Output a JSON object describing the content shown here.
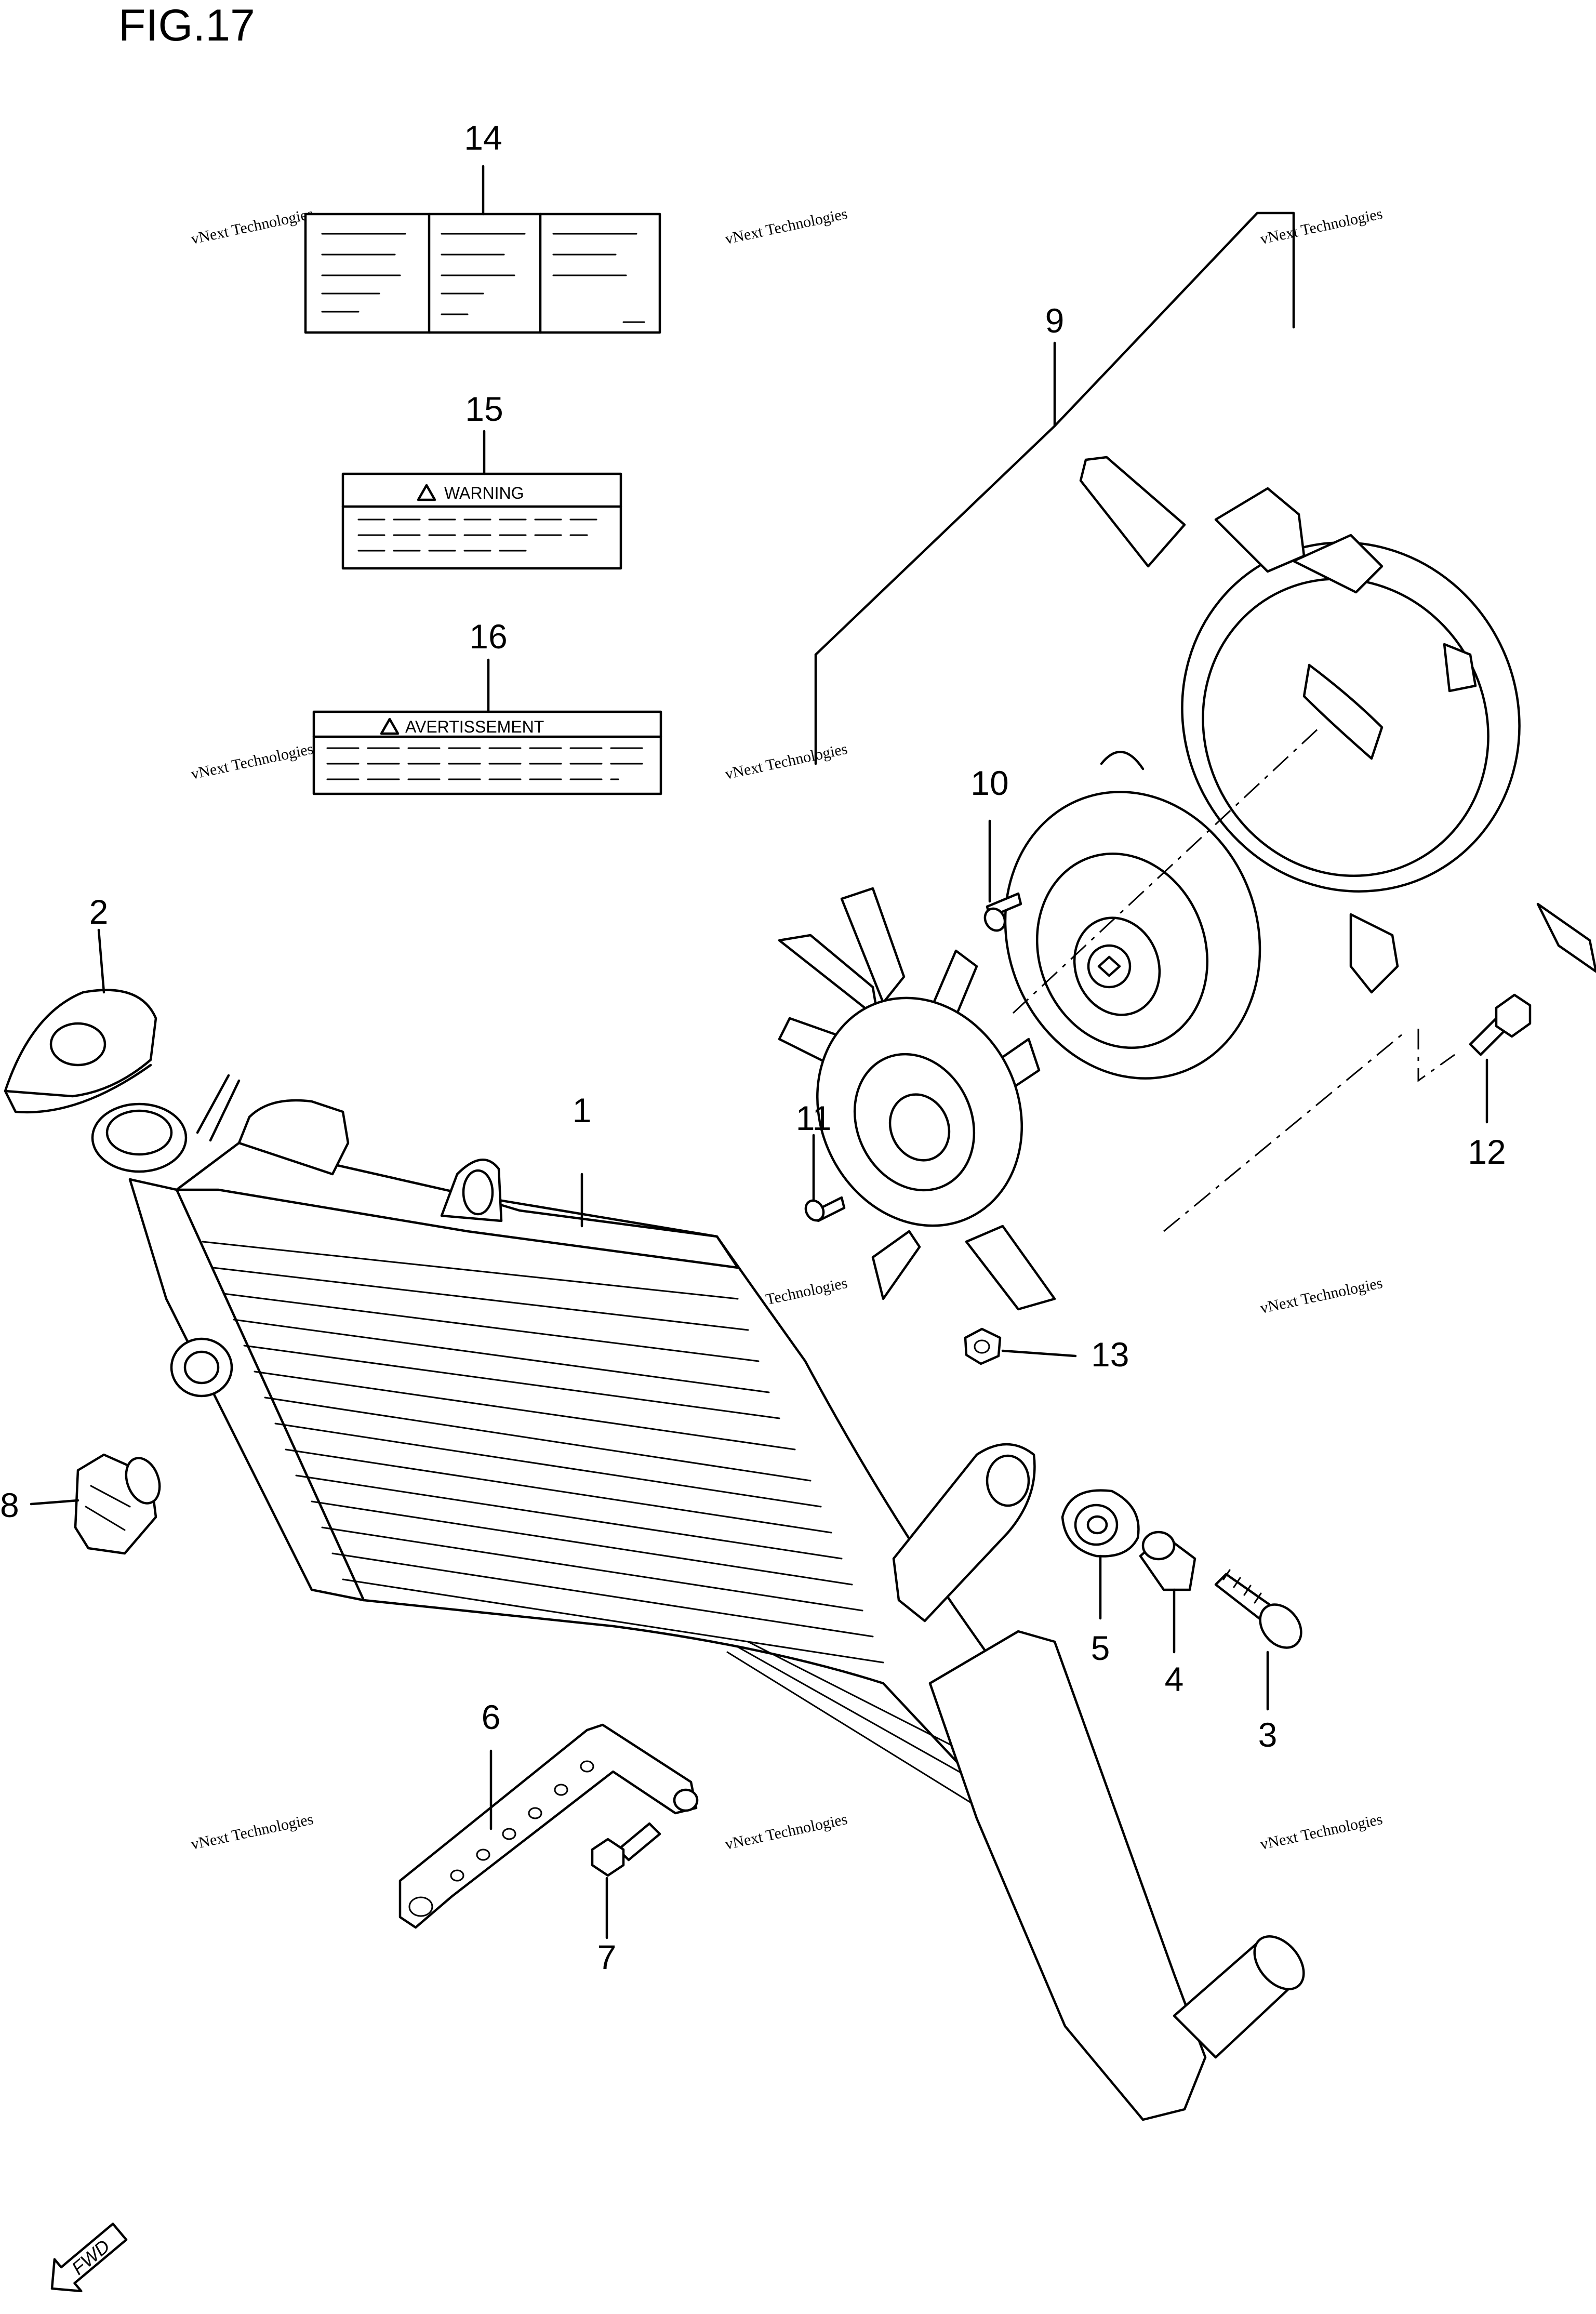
{
  "figure": {
    "title": "FIG.17"
  },
  "callouts": [
    {
      "id": "c1",
      "label": "1"
    },
    {
      "id": "c2",
      "label": "2"
    },
    {
      "id": "c3",
      "label": "3"
    },
    {
      "id": "c4",
      "label": "4"
    },
    {
      "id": "c5",
      "label": "5"
    },
    {
      "id": "c6",
      "label": "6"
    },
    {
      "id": "c7",
      "label": "7"
    },
    {
      "id": "c8",
      "label": "8"
    },
    {
      "id": "c9",
      "label": "9"
    },
    {
      "id": "c10",
      "label": "10"
    },
    {
      "id": "c11",
      "label": "11"
    },
    {
      "id": "c12",
      "label": "12"
    },
    {
      "id": "c13",
      "label": "13"
    },
    {
      "id": "c14",
      "label": "14"
    },
    {
      "id": "c15",
      "label": "15"
    },
    {
      "id": "c16",
      "label": "16"
    }
  ],
  "labels": {
    "warning": "WARNING",
    "avertissement": "AVERTISSEMENT"
  },
  "watermark": {
    "line1": "vNext",
    "line2": "Technologies",
    "small": "vNext Technologies"
  },
  "fwd": "FWD"
}
